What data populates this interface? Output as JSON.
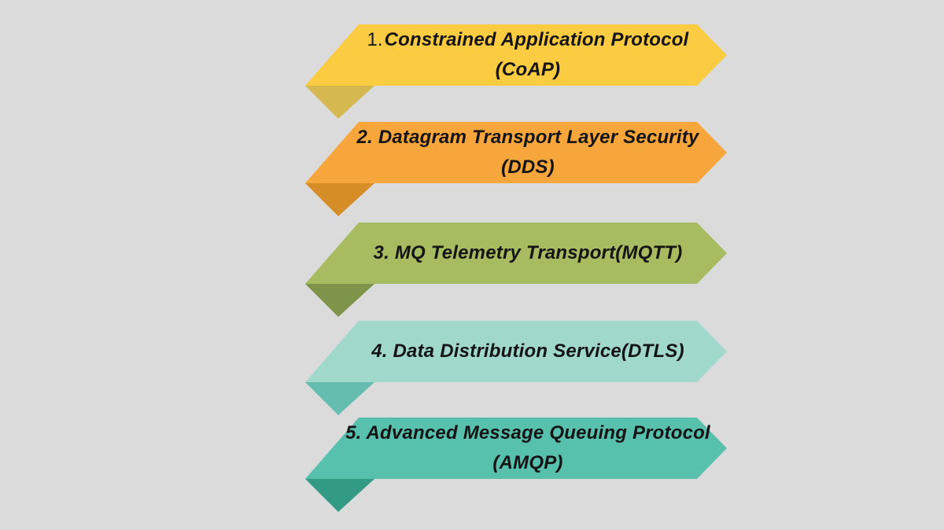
{
  "page": {
    "background_color": "#DBDBDB",
    "text_color": "#141414"
  },
  "banners": [
    {
      "id": "coap",
      "prefix": "1.",
      "line1": "Constrained Application Protocol",
      "line2": "(CoAP)",
      "fill_color": "#FBCB41",
      "fold_color": "#D6B851"
    },
    {
      "id": "dtls-dds",
      "line1": "2. Datagram Transport Layer Security",
      "line2": "(DDS)",
      "fill_color": "#F7A63C",
      "fold_color": "#D68D26"
    },
    {
      "id": "mqtt",
      "line1": "3. MQ Telemetry Transport(MQTT)",
      "fill_color": "#A7BC60",
      "fold_color": "#7F944B"
    },
    {
      "id": "dds-dtls",
      "line1": "4. Data Distribution Service(DTLS)",
      "fill_color": "#A0D9CC",
      "fold_color": "#65BEAD"
    },
    {
      "id": "amqp",
      "line1": "5. Advanced Message Queuing Protocol",
      "line2": "(AMQP)",
      "fill_color": "#58C1AE",
      "fold_color": "#339B83"
    }
  ]
}
